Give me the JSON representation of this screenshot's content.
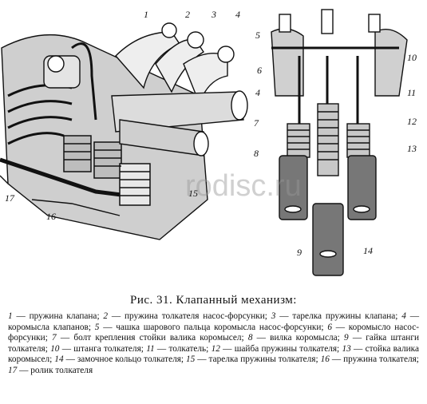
{
  "figure": {
    "watermark": "rodisc.ru",
    "callouts": [
      "1",
      "2",
      "3",
      "4",
      "5",
      "6",
      "4",
      "7",
      "8",
      "9",
      "10",
      "11",
      "12",
      "13",
      "14",
      "15",
      "16",
      "17"
    ]
  },
  "caption": {
    "title": "Рис. 31. Клапанный механизм:",
    "items": [
      {
        "n": "1",
        "text": "— пружина клапана;"
      },
      {
        "n": "2",
        "text": "— пружина толкателя насос-форсунки;"
      },
      {
        "n": "3",
        "text": "— тарелка пружины клапана;"
      },
      {
        "n": "4",
        "text": "— коромысла клапанов;"
      },
      {
        "n": "5",
        "text": "— чашка шарового пальца коромысла насос-форсунки;"
      },
      {
        "n": "6",
        "text": "— коромысло насос-форсунки;"
      },
      {
        "n": "7",
        "text": "— болт крепления стойки валика коромысел;"
      },
      {
        "n": "8",
        "text": "— вилка коромысла;"
      },
      {
        "n": "9",
        "text": "— гайка штанги толкателя;"
      },
      {
        "n": "10",
        "text": "— штанга толкателя;"
      },
      {
        "n": "11",
        "text": "— толкатель;"
      },
      {
        "n": "12",
        "text": "— шайба пружины толкателя;"
      },
      {
        "n": "13",
        "text": "— стойка валика коромысел;"
      },
      {
        "n": "14",
        "text": "— замочное кольцо толкателя;"
      },
      {
        "n": "15",
        "text": "— тарелка пружины толкателя;"
      },
      {
        "n": "16",
        "text": "— пружина толкателя;"
      },
      {
        "n": "17",
        "text": "— ролик толкателя"
      }
    ]
  }
}
